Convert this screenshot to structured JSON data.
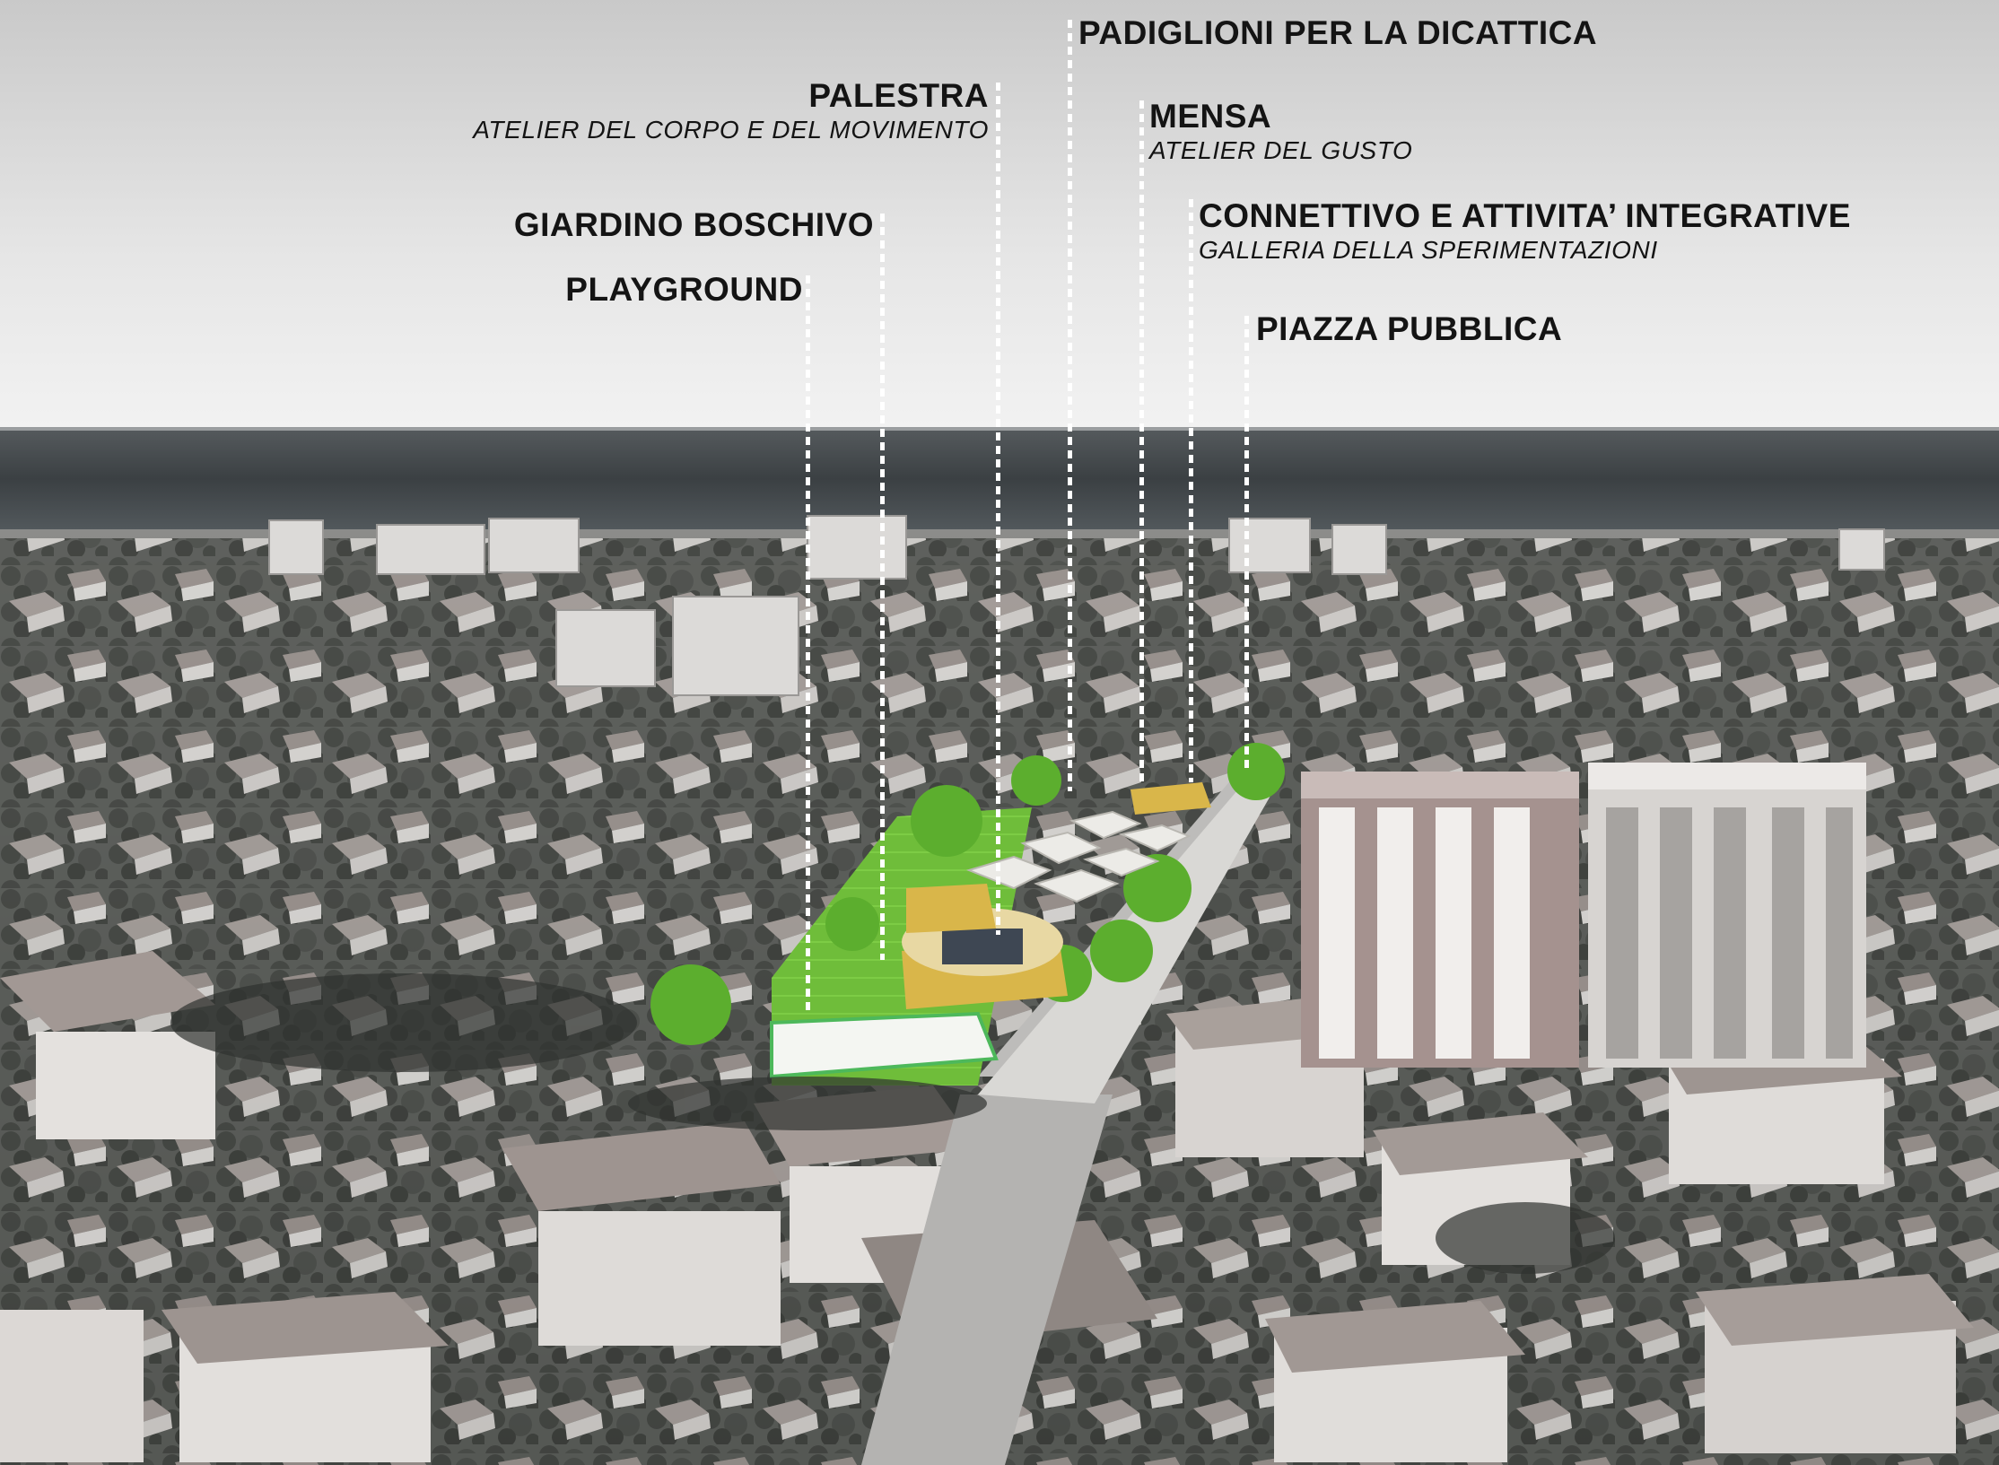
{
  "labels": [
    {
      "id": "padiglioni",
      "title": "PADIGLIONI PER LA DICATTICA",
      "subtitle": ""
    },
    {
      "id": "palestra",
      "title": "PALESTRA",
      "subtitle": "ATELIER DEL CORPO E DEL MOVIMENTO"
    },
    {
      "id": "mensa",
      "title": "MENSA",
      "subtitle": "ATELIER DEL GUSTO"
    },
    {
      "id": "giardino",
      "title": "GIARDINO BOSCHIVO",
      "subtitle": ""
    },
    {
      "id": "connettivo",
      "title": "CONNETTIVO E ATTIVITA’ INTEGRATIVE",
      "subtitle": "GALLERIA DELLA SPERIMENTAZIONI"
    },
    {
      "id": "playground",
      "title": "PLAYGROUND",
      "subtitle": ""
    },
    {
      "id": "piazza",
      "title": "PIAZZA PUBBLICA",
      "subtitle": ""
    }
  ],
  "colors": {
    "sky_top": "#cfcfcf",
    "sea": "#3d4347",
    "vegetation": "#4a4d4a",
    "roofs": "#a89c98",
    "site_green": "#78c842",
    "pavilion_yellow": "#d9b64a",
    "leader_white": "#ffffff"
  }
}
